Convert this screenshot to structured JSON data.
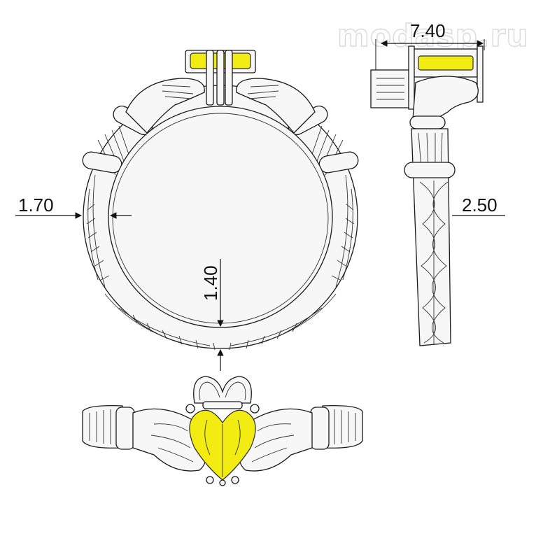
{
  "watermark": "modasp.ru",
  "dimensions": {
    "side_thickness": "1.70",
    "bottom_thickness": "1.40",
    "width_top": "7.40",
    "band_width": "2.50"
  },
  "colors": {
    "gem": "#f2ec12",
    "metal": "#f7f7f7",
    "line": "#1a1a1a"
  },
  "views": [
    "front-view",
    "side-view",
    "top-view"
  ]
}
